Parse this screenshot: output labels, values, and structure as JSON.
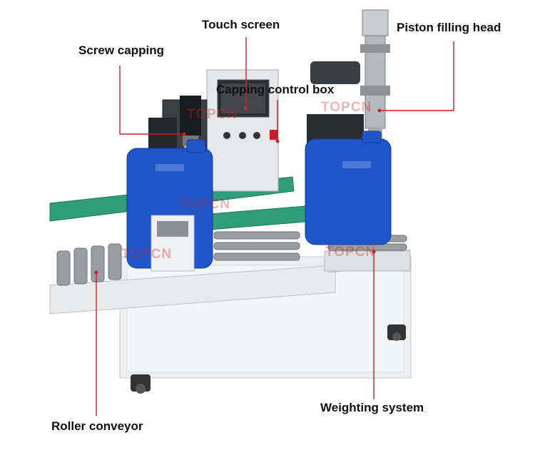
{
  "labels": {
    "touch_screen": "Touch screen",
    "screw_capping": "Screw capping",
    "piston_filling_head": "Piston filling head",
    "capping_control_box": "Capping control box",
    "weighting_system": "Weighting system",
    "roller_conveyor": "Roller conveyor"
  },
  "watermark": "TOPCN",
  "colors": {
    "leader_line": "#c8202a",
    "jerrycan_blue": "#1f55c8",
    "guide_green": "#2f9e78",
    "frame": "#ecedef"
  }
}
